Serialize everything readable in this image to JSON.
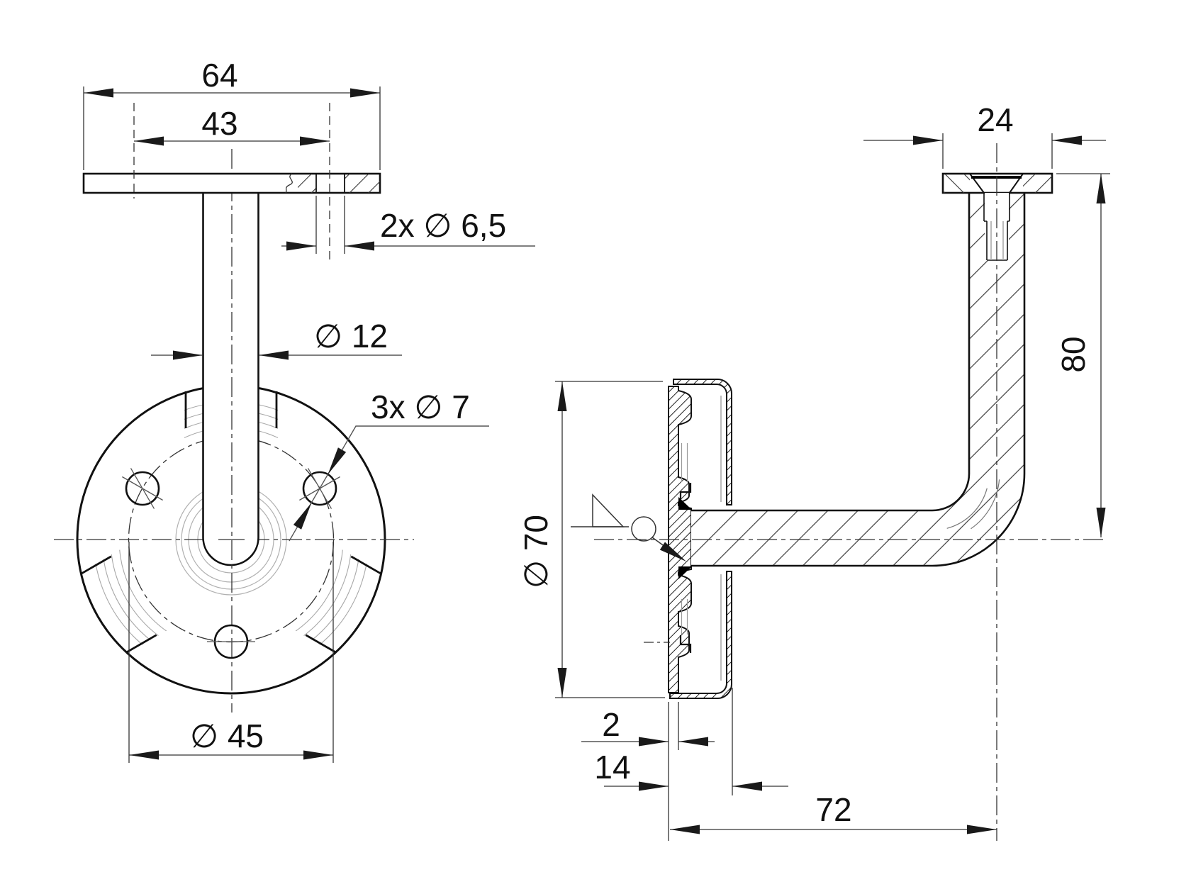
{
  "dims": {
    "front_plate_width": "64",
    "front_hole_spacing": "43",
    "front_top_holes": "2x ∅ 6,5",
    "front_stem_diameter": "∅ 12",
    "front_flange_holes": "3x ∅ 7",
    "front_bolt_circle": "∅ 45",
    "side_saddle_width": "24",
    "side_height": "80",
    "side_flange_diameter": "∅ 70",
    "side_sheet_thickness": "2",
    "side_flange_depth": "14",
    "side_reach": "72"
  },
  "colors": {
    "background": "#ffffff",
    "line": "#111111",
    "dimension": "#333333",
    "light_detail": "#b0b0b0"
  }
}
